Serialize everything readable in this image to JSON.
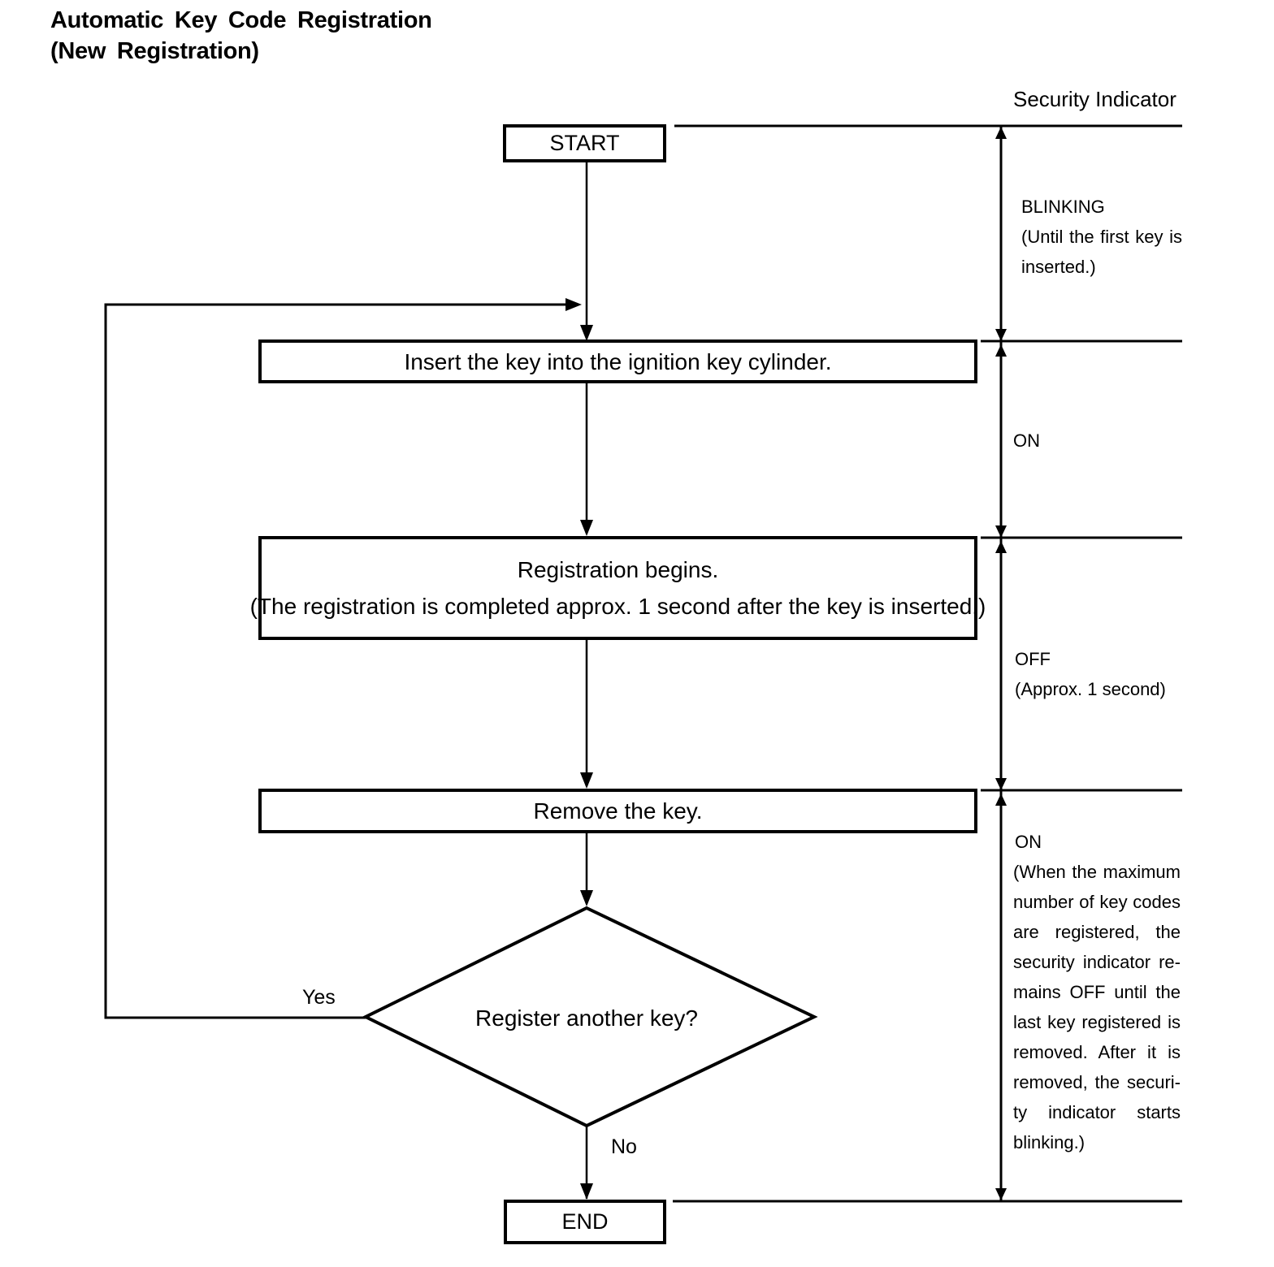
{
  "title": {
    "line1": "Automatic Key Code Registration",
    "line2": "(New Registration)"
  },
  "flowchart": {
    "nodes": {
      "start": {
        "label": "START"
      },
      "insert_key": {
        "label": "Insert the key into the ignition key cylinder."
      },
      "registration": {
        "line1": "Registration begins.",
        "line2": "(The registration is completed approx. 1 second after the key is inserted.)"
      },
      "remove_key": {
        "label": "Remove the key."
      },
      "decision": {
        "label": "Register another key?",
        "yes_label": "Yes",
        "no_label": "No"
      },
      "end": {
        "label": "END"
      }
    }
  },
  "security_indicator": {
    "header": "Security Indicator",
    "states": [
      {
        "label": "BLINKING",
        "note_lines": [
          "(Until the first key is",
          "inserted.)"
        ]
      },
      {
        "label": "ON",
        "note_lines": []
      },
      {
        "label": "OFF",
        "note_lines": [
          "(Approx. 1 second)"
        ]
      },
      {
        "label": "ON",
        "note_lines": [
          "(When the maximum",
          "number of key codes",
          "are registered, the",
          "security indicator re-",
          "mains OFF until the",
          "last key registered is",
          "removed. After it is",
          "removed, the securi-",
          "ty indicator starts",
          "blinking.)"
        ]
      }
    ]
  },
  "colors": {
    "line": "#000000",
    "background": "#ffffff"
  }
}
